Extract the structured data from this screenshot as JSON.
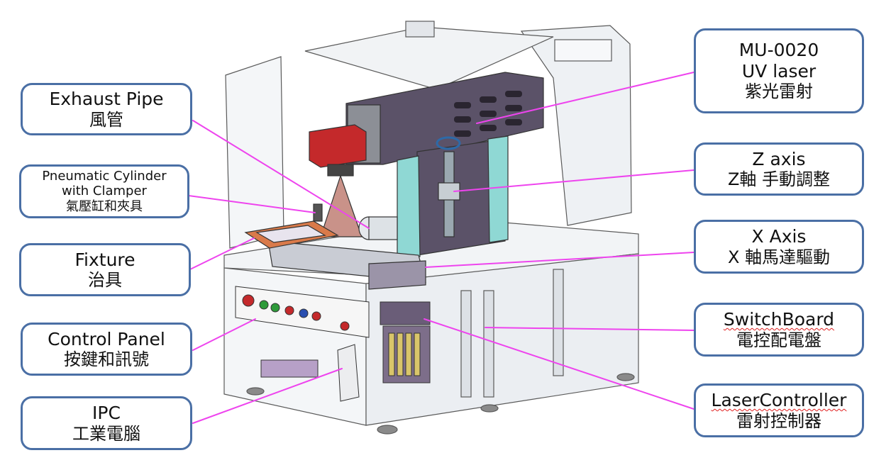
{
  "colors": {
    "callout_border": "#4a6fa5",
    "leader_line": "#ee44ee",
    "laser_head": "#c4292b",
    "gantry": "#5b5268",
    "cyan_plate": "#8fd8d4",
    "fixture": "#d97a4a",
    "frame": "#eaecef",
    "spellcheck_underline": "#e02020"
  },
  "callouts": [
    {
      "id": "exhaust-pipe",
      "line1": "Exhaust Pipe",
      "line2": "風管"
    },
    {
      "id": "pneumatic-cylinder",
      "line1": "Pneumatic Cylinder",
      "line1b": "with Clamper",
      "line2": "氣壓缸和夾具"
    },
    {
      "id": "fixture",
      "line1": "Fixture",
      "line2": "治具"
    },
    {
      "id": "control-panel",
      "line1": "Control Panel",
      "line2": "按鍵和訊號"
    },
    {
      "id": "ipc",
      "line1": "IPC",
      "line2": "工業電腦"
    },
    {
      "id": "uv-laser",
      "line1": "MU-0020",
      "line1b": "UV laser",
      "line2": "紫光雷射"
    },
    {
      "id": "z-axis",
      "line1": "Z axis",
      "line2": "Z軸 手動調整"
    },
    {
      "id": "x-axis",
      "line1": "X Axis",
      "line2": "X 軸馬達驅動"
    },
    {
      "id": "switchboard",
      "line1": "SwitchBoard",
      "line2": "電控配電盤"
    },
    {
      "id": "laser-controller",
      "line1": "LaserController",
      "line2": "雷射控制器"
    }
  ]
}
